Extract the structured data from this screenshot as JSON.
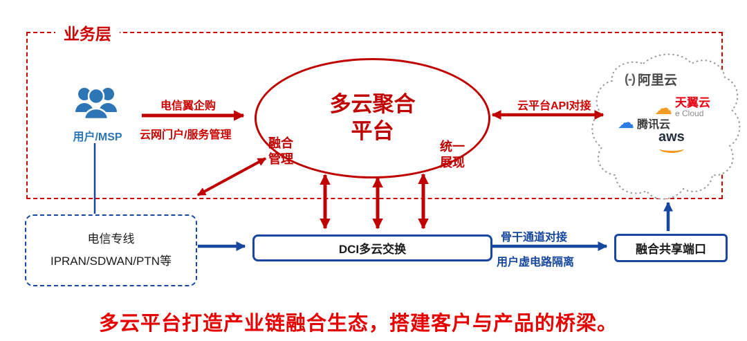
{
  "layer": {
    "label": "业务层"
  },
  "user": {
    "label": "用户/MSP"
  },
  "labels": {
    "telecom_wing_purchase": "电信翼企购",
    "cloud_portal_service": "云网门户/服务管理",
    "api_connect": "云平台API对接",
    "backbone_connect": "骨干通道对接",
    "user_circuit_isolation": "用户虚电路隔离"
  },
  "platform": {
    "title": "多云聚合\n平台",
    "fusion_management": "融合\n管理",
    "unified_presentation": "统一\n展现"
  },
  "providers": {
    "alibaba_icon": "(-)",
    "alibaba": "阿里云",
    "tianyi": "天翼云",
    "tianyi_sub": "e Cloud",
    "tencent": "腾讯云",
    "aws": "aws"
  },
  "boxes": {
    "telecom": "电信专线\nIPRAN/SDWAN/PTN等",
    "dci": "DCI多云交换",
    "shared_port": "融合共享端口"
  },
  "footer": {
    "text": "多云平台打造产业链融合生态，搭建客户与产品的桥梁。"
  },
  "colors": {
    "diagram_red": "#c00000",
    "diagram_blue": "#17479e",
    "user_blue": "#2e75b6",
    "footer_red": "#e60000"
  }
}
